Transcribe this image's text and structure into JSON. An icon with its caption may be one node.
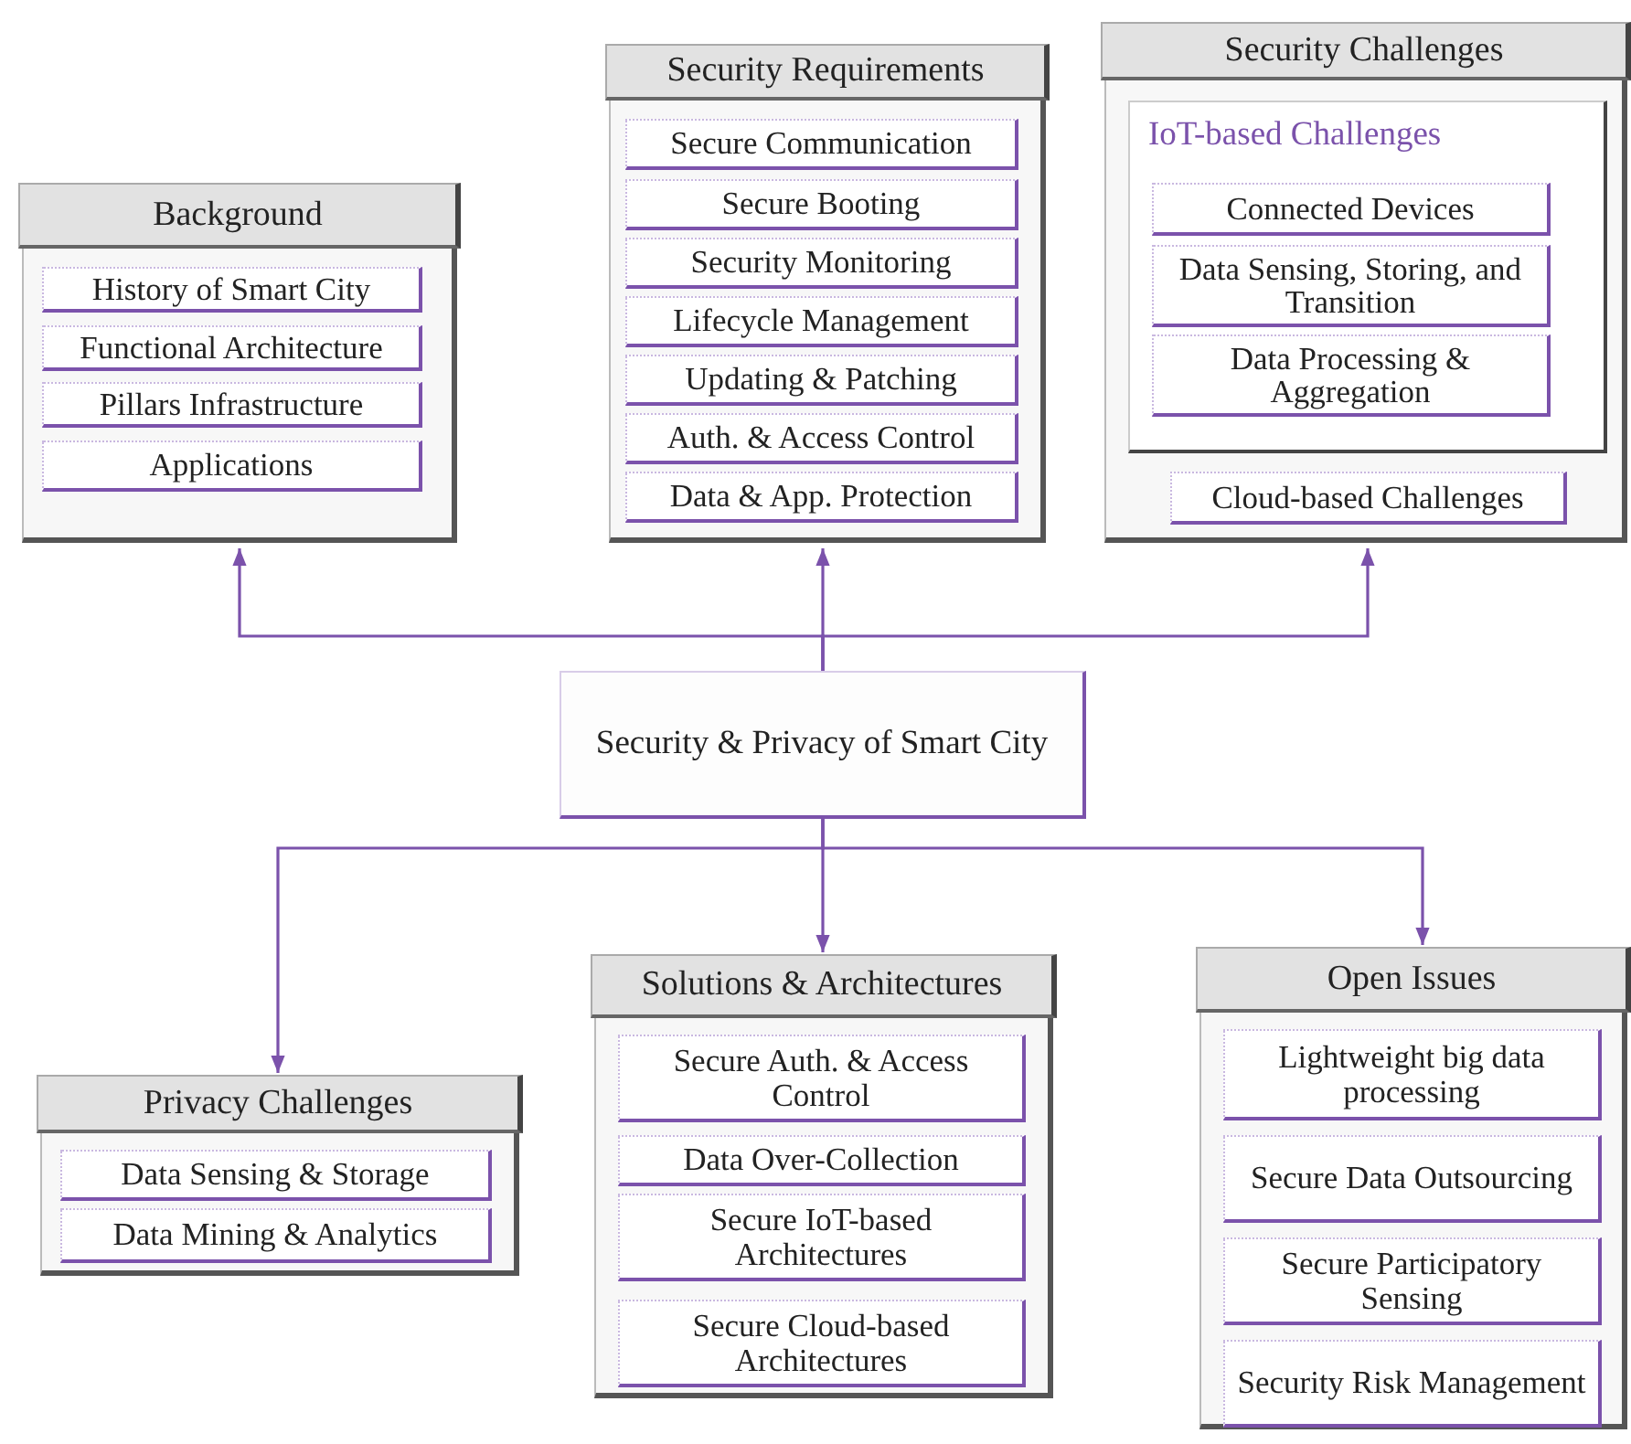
{
  "diagram": {
    "nodes": [
      {
        "text": [
          "Background"
        ]
      },
      {
        "text": [
          "History of Smart City"
        ],
        "in": 0
      },
      {
        "text": [
          "Functional Architecture"
        ],
        "in": 0
      },
      {
        "text": [
          "Pillars Infrastructure"
        ],
        "in": 0
      },
      {
        "text": [
          "Applications"
        ],
        "in": 0
      },
      {
        "text": [
          "Security Requirements"
        ]
      },
      {
        "text": [
          "Secure Communication"
        ],
        "in": 5
      },
      {
        "text": [
          "Secure Booting"
        ],
        "in": 5
      },
      {
        "text": [
          "Security Monitoring"
        ],
        "in": 5
      },
      {
        "text": [
          "Lifecycle Management"
        ],
        "in": 5
      },
      {
        "text": [
          "Updating & Patching"
        ],
        "in": 5
      },
      {
        "text": [
          "Auth. & Access Control"
        ],
        "in": 5
      },
      {
        "text": [
          "Data & App. Protection"
        ],
        "in": 5
      },
      {
        "text": [
          "Security Challenges"
        ]
      },
      {
        "text": [
          "IoT-based Challenges"
        ],
        "in": 13
      },
      {
        "text": [
          "Connected Devices"
        ],
        "in": 14
      },
      {
        "text": [
          "Data Sensing, Storing, and Transition"
        ],
        "in": 14
      },
      {
        "text": [
          "Data Processing & Aggregation"
        ],
        "in": 14
      },
      {
        "text": [
          "Cloud-based  Challenges"
        ],
        "in": 13
      },
      {
        "text": [
          "Security & Privacy of Smart City"
        ]
      },
      {
        "text": [
          "Privacy Challenges"
        ]
      },
      {
        "text": [
          "Data Sensing & Storage"
        ],
        "in": 20
      },
      {
        "text": [
          "Data Mining & Analytics"
        ],
        "in": 20
      },
      {
        "text": [
          "Solutions & Architectures"
        ]
      },
      {
        "text": [
          "Secure Auth. & Access Control"
        ],
        "in": 23
      },
      {
        "text": [
          "Data Over-Collection"
        ],
        "in": 23
      },
      {
        "text": [
          "Secure IoT-based Architectures"
        ],
        "in": 23
      },
      {
        "text": [
          "Secure Cloud-based Architectures"
        ],
        "in": 23
      },
      {
        "text": [
          "Open Issues"
        ]
      },
      {
        "text": [
          "Lightweight big data processing"
        ],
        "in": 28
      },
      {
        "text": [
          "Secure Data Outsourcing"
        ],
        "in": 28
      },
      {
        "text": [
          "Secure Participatory Sensing"
        ],
        "in": 28
      },
      {
        "text": [
          "Security Risk Management"
        ],
        "in": 28
      }
    ],
    "edges": [
      {
        "from": 19,
        "to": 0,
        "arrow": "to"
      },
      {
        "from": 19,
        "to": 5,
        "arrow": "to"
      },
      {
        "from": 19,
        "to": 13,
        "arrow": "to"
      },
      {
        "from": 19,
        "to": 20,
        "arrow": "to"
      },
      {
        "from": 19,
        "to": 23,
        "arrow": "to"
      },
      {
        "from": 19,
        "to": 28,
        "arrow": "to"
      }
    ]
  }
}
